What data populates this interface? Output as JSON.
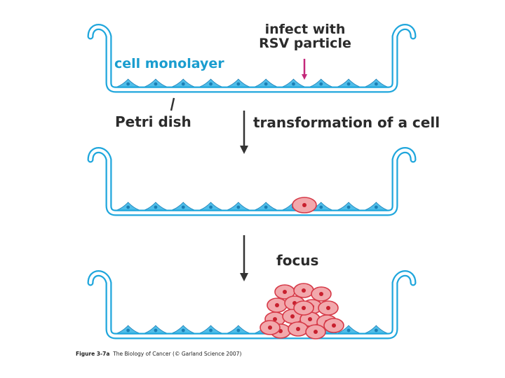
{
  "labels": {
    "infect_line1": "infect with",
    "infect_line2": "RSV particle",
    "cell_monolayer": "cell monolayer",
    "petri_dish": "Petri dish",
    "transformation": "transformation of a cell",
    "focus": "focus"
  },
  "caption": {
    "figure_id": "Figure 3-7a",
    "text": "The Biology of Cancer (© Garland Science 2007)"
  },
  "colors": {
    "dish_outline": "#1fa6dc",
    "normal_cell": "#4fbde9",
    "normal_nucleus": "#1a7fb5",
    "transformed_cell_fill": "#f2a8ac",
    "transformed_cell_edge": "#d63a48",
    "transformed_nucleus": "#c8202e",
    "arrow_infect": "#c4287a",
    "arrow_process": "#333333",
    "text_blue": "#1a9dcf",
    "text_dark": "#2b2b2b"
  },
  "stages": [
    {
      "name": "monolayer",
      "normal_cells": 10,
      "transformed_cells": 0
    },
    {
      "name": "transformation",
      "normal_cells": 10,
      "transformed_cells": 1
    },
    {
      "name": "focus",
      "normal_cells": 10,
      "transformed_cells": 17
    }
  ]
}
